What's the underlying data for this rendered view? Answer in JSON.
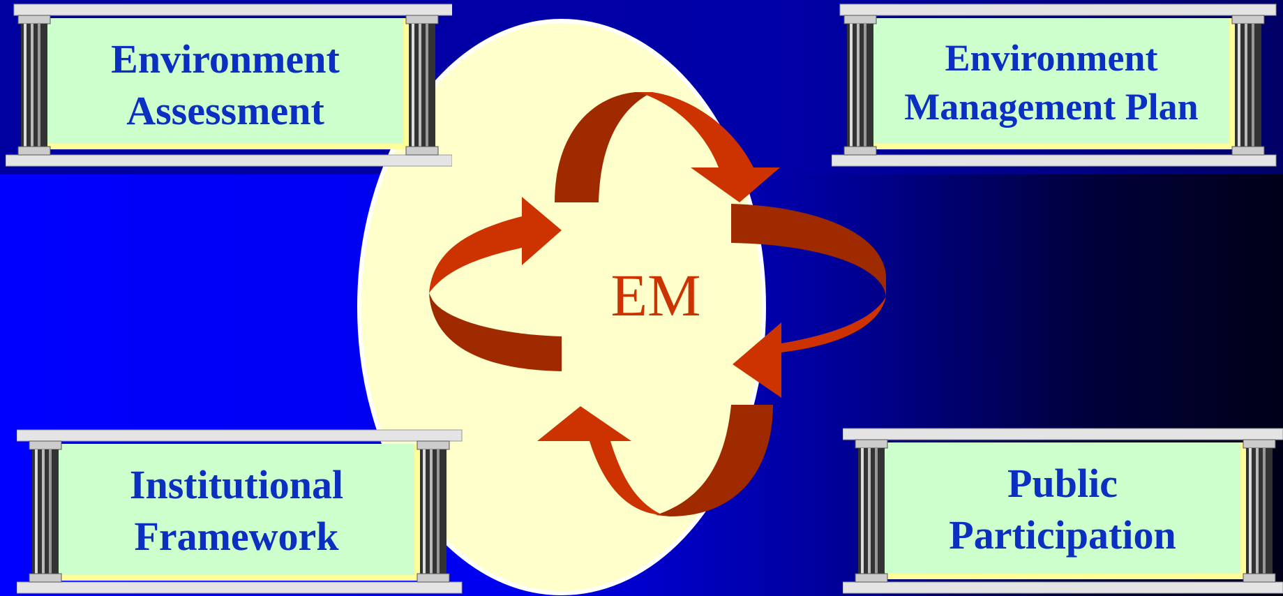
{
  "center": {
    "label": "EM"
  },
  "panels": {
    "top_left": {
      "line1": "Environment",
      "line2": "Assessment"
    },
    "top_right": {
      "line1": "Environment",
      "line2": "Management Plan"
    },
    "bottom_left": {
      "line1": "Institutional",
      "line2": "Framework"
    },
    "bottom_right": {
      "line1": "Public",
      "line2": "Participation"
    }
  },
  "colors": {
    "circle_fill": "#ffffcc",
    "arrow_light": "#cc3300",
    "arrow_dark": "#a02a00",
    "panel_fill": "#ccffcc",
    "text": "#0b2fc0"
  }
}
